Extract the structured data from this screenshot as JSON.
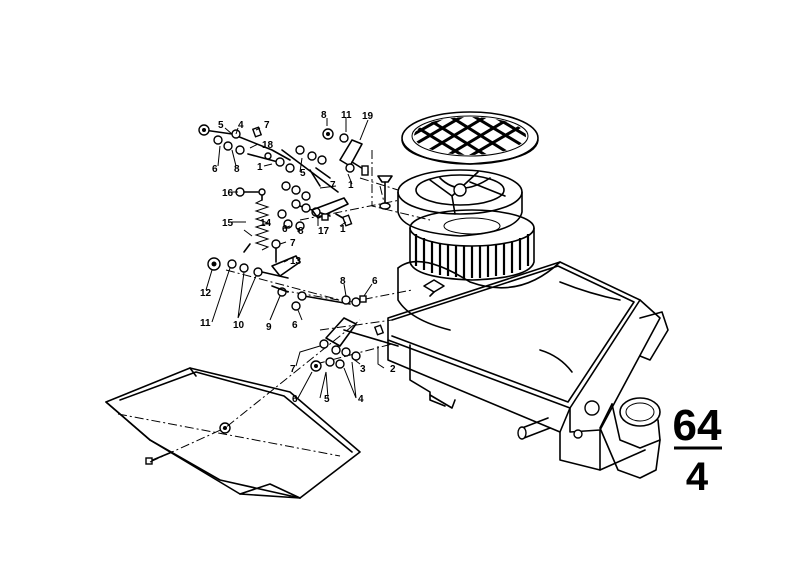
{
  "diagram": {
    "group_number": {
      "top": "64",
      "bottom": "4"
    },
    "callouts": [
      {
        "id": "c-8a",
        "text": "8"
      },
      {
        "id": "c-11a",
        "text": "11"
      },
      {
        "id": "c-19",
        "text": "19"
      },
      {
        "id": "c-5a",
        "text": "5"
      },
      {
        "id": "c-4a",
        "text": "4"
      },
      {
        "id": "c-7a",
        "text": "7"
      },
      {
        "id": "c-18",
        "text": "18"
      },
      {
        "id": "c-6a",
        "text": "6"
      },
      {
        "id": "c-8b",
        "text": "8"
      },
      {
        "id": "c-1a",
        "text": "1"
      },
      {
        "id": "c-5b",
        "text": "5"
      },
      {
        "id": "c-1b",
        "text": "1"
      },
      {
        "id": "c-7b",
        "text": "7"
      },
      {
        "id": "c-16",
        "text": "16"
      },
      {
        "id": "c-15",
        "text": "15"
      },
      {
        "id": "c-14",
        "text": "14"
      },
      {
        "id": "c-6b",
        "text": "6"
      },
      {
        "id": "c-8c",
        "text": "8"
      },
      {
        "id": "c-17",
        "text": "17"
      },
      {
        "id": "c-1c",
        "text": "1"
      },
      {
        "id": "c-7c",
        "text": "7"
      },
      {
        "id": "c-13",
        "text": "13"
      },
      {
        "id": "c-12",
        "text": "12"
      },
      {
        "id": "c-11b",
        "text": "11"
      },
      {
        "id": "c-10",
        "text": "10"
      },
      {
        "id": "c-9",
        "text": "9"
      },
      {
        "id": "c-8d",
        "text": "8"
      },
      {
        "id": "c-6c",
        "text": "6"
      },
      {
        "id": "c-6d",
        "text": "6"
      },
      {
        "id": "c-7d",
        "text": "7"
      },
      {
        "id": "c-3",
        "text": "3"
      },
      {
        "id": "c-2",
        "text": "2"
      },
      {
        "id": "c-6e",
        "text": "6"
      },
      {
        "id": "c-5c",
        "text": "5"
      },
      {
        "id": "c-4b",
        "text": "4"
      }
    ]
  }
}
